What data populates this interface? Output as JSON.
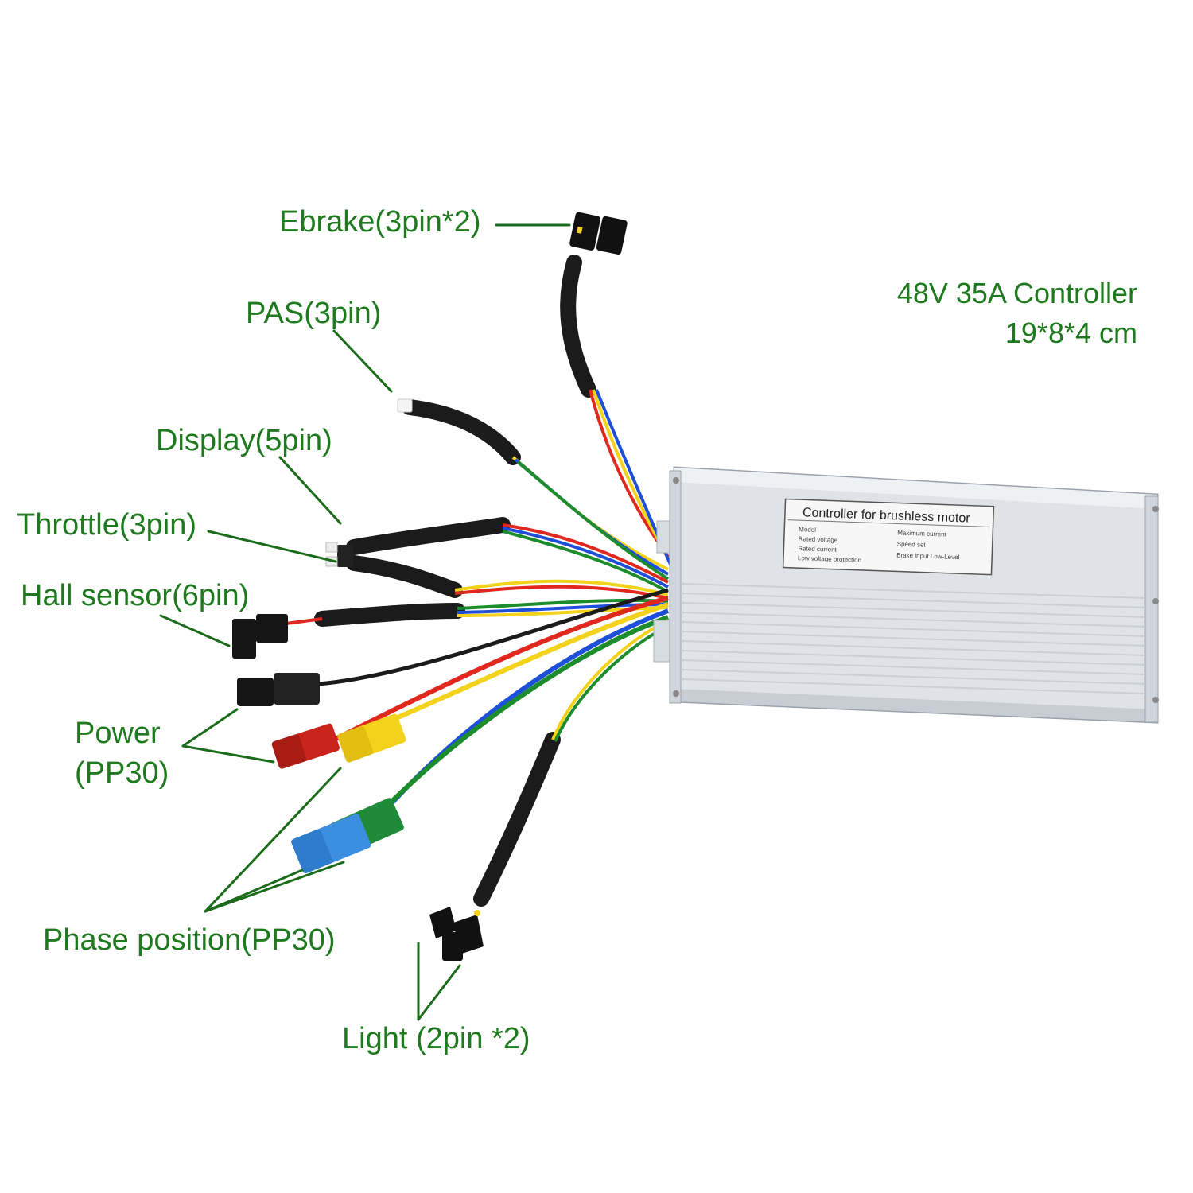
{
  "labels": {
    "ebrake": "Ebrake(3pin*2)",
    "pas": "PAS(3pin)",
    "display": "Display(5pin)",
    "throttle": "Throttle(3pin)",
    "hall": "Hall sensor(6pin)",
    "power_1": "Power",
    "power_2": "(PP30)",
    "phase": "Phase position(PP30)",
    "light": "Light (2pin *2)"
  },
  "spec": {
    "line1": "48V 35A Controller",
    "line2": "19*8*4 cm"
  },
  "nameplate": {
    "title": "Controller for brushless motor",
    "model": "Model",
    "rated_voltage": "Rated voltage",
    "rated_current": "Rated current",
    "low_voltage": "Low voltage protection",
    "max_current": "Maximum current",
    "speed_set": "Speed set",
    "brake_input": "Brake input Low-Level"
  },
  "colors": {
    "label": "#1f7a1f",
    "housing": "#dfe3e7",
    "cable_black": "#1b1b1b",
    "wire_red": "#e0281e",
    "wire_yellow": "#f2d21a",
    "wire_blue": "#1e4fd8",
    "wire_green": "#1c8c2c",
    "connector_red": "#c8241c",
    "connector_yellow": "#f3d21c",
    "connector_blue": "#3c8fe0",
    "connector_green": "#1f8a3a"
  }
}
